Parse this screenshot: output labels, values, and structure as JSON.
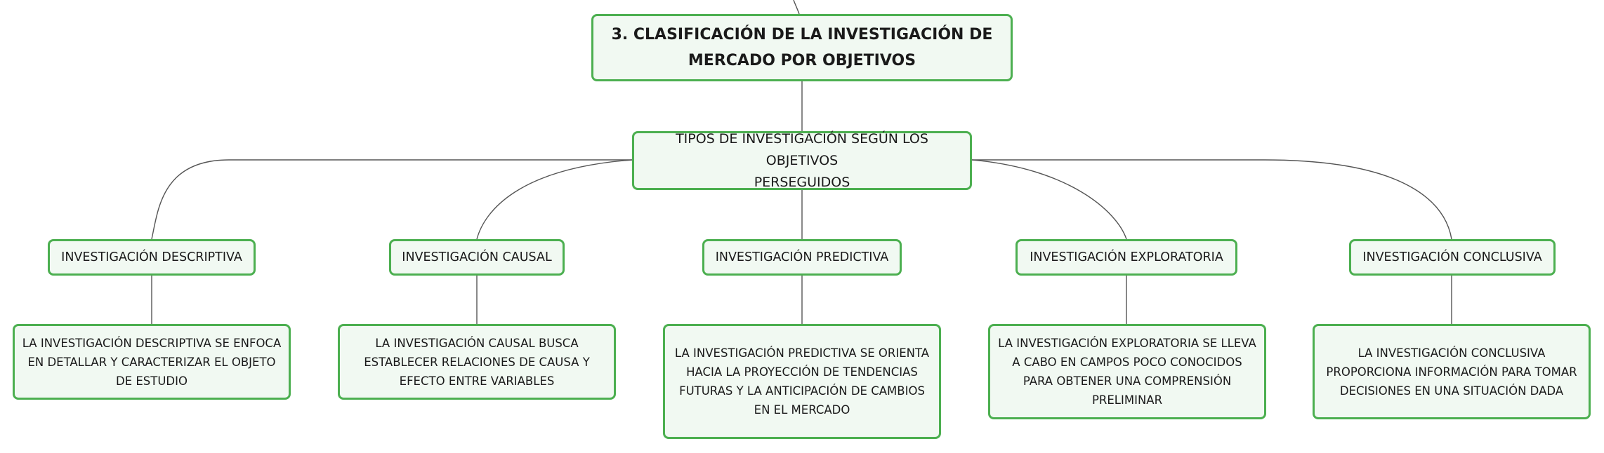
{
  "root": {
    "title_line1": "3. CLASIFICACIÓN DE LA INVESTIGACIÓN DE",
    "title_line2": "MERCADO POR OBJETIVOS"
  },
  "sub": {
    "line1": "TIPOS DE INVESTIGACIÓN SEGÚN LOS OBJETIVOS",
    "line2": "PERSEGUIDOS"
  },
  "categories": [
    {
      "label": "INVESTIGACIÓN DESCRIPTIVA",
      "description": [
        "LA INVESTIGACIÓN DESCRIPTIVA SE ENFOCA",
        "EN DETALLAR Y CARACTERIZAR EL OBJETO",
        "DE ESTUDIO"
      ]
    },
    {
      "label": "INVESTIGACIÓN CAUSAL",
      "description": [
        "LA INVESTIGACIÓN CAUSAL BUSCA",
        "ESTABLECER RELACIONES DE CAUSA Y",
        "EFECTO ENTRE VARIABLES"
      ]
    },
    {
      "label": "INVESTIGACIÓN PREDICTIVA",
      "description": [
        "LA INVESTIGACIÓN PREDICTIVA SE ORIENTA",
        "HACIA LA PROYECCIÓN DE TENDENCIAS",
        "FUTURAS Y LA ANTICIPACIÓN DE CAMBIOS",
        "EN EL MERCADO"
      ]
    },
    {
      "label": "INVESTIGACIÓN EXPLORATORIA",
      "description": [
        "LA INVESTIGACIÓN EXPLORATORIA SE LLEVA",
        "A CABO EN CAMPOS POCO CONOCIDOS",
        "PARA OBTENER UNA COMPRENSIÓN",
        "PRELIMINAR"
      ]
    },
    {
      "label": "INVESTIGACIÓN CONCLUSIVA",
      "description": [
        "LA INVESTIGACIÓN CONCLUSIVA",
        "PROPORCIONA INFORMACIÓN PARA TOMAR",
        "DECISIONES EN UNA SITUACIÓN DADA"
      ]
    }
  ],
  "colors": {
    "node_border": "#4caf50",
    "node_fill": "#f1f9f2",
    "connector": "#555555"
  }
}
